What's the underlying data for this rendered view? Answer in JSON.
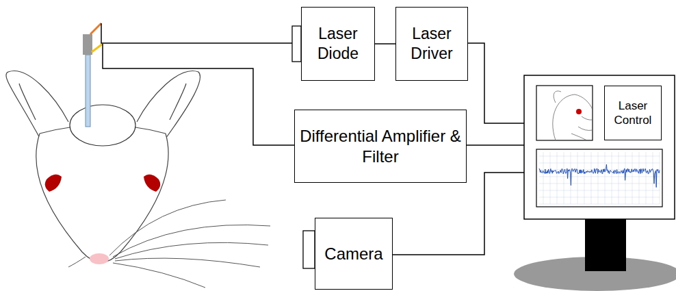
{
  "diagram": {
    "nodes": [
      {
        "text": [
          "Laser Diode"
        ]
      },
      {
        "text": [
          "Laser Driver"
        ]
      },
      {
        "text": [
          "Differential Amplifier & Filter"
        ]
      },
      {
        "text": [
          "Laser Control"
        ]
      },
      {
        "text": [
          "Camera"
        ]
      }
    ],
    "edges": [
      {
        "from": 0,
        "to": 1,
        "arrow": "none"
      }
    ]
  }
}
